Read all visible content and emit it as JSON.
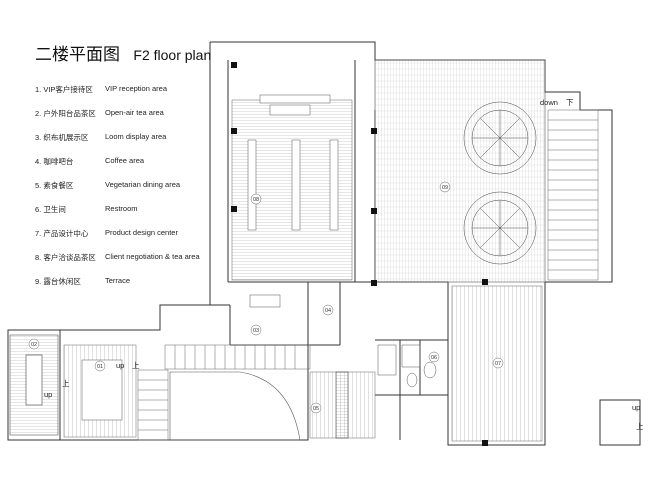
{
  "title": {
    "zh": "二楼平面图",
    "en": "F2 floor plan"
  },
  "legend": [
    {
      "zh": "1. VIP客户接待区",
      "en": "VIP reception area"
    },
    {
      "zh": "2. 户外阳台品茶区",
      "en": "Open-air tea area"
    },
    {
      "zh": "3. 织布机展示区",
      "en": "Loom display area"
    },
    {
      "zh": "4. 咖啡吧台",
      "en": "Coffee area"
    },
    {
      "zh": "5. 素食餐区",
      "en": "Vegetarian dining area"
    },
    {
      "zh": "6. 卫生间",
      "en": "Restroom"
    },
    {
      "zh": "7. 产品设计中心",
      "en": "Product design center"
    },
    {
      "zh": "8. 客户洽谈品茶区",
      "en": "Client negotiation & tea area"
    },
    {
      "zh": "9. 露台休闲区",
      "en": "Terrace"
    }
  ],
  "room_numbers": [
    "01",
    "02",
    "03",
    "04",
    "05",
    "06",
    "07",
    "08",
    "09"
  ],
  "stair_labels": {
    "down_en": "down",
    "down_zh": "下",
    "up_en": "up",
    "up_zh": "上"
  }
}
